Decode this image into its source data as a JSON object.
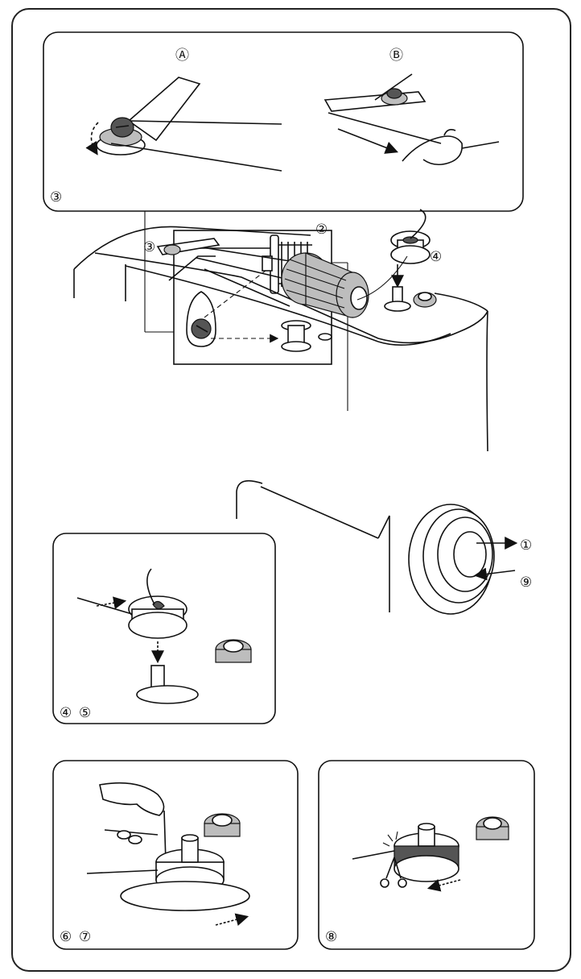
{
  "panel_top": {
    "step": "③",
    "view_a": "Ⓐ",
    "view_b": "Ⓑ"
  },
  "machine": {
    "callouts": {
      "thread_guide": "③",
      "spool": "②",
      "bobbin": "④",
      "handwheel_pull": "①",
      "handwheel_push": "⑨"
    }
  },
  "panel_bobbin_on_spindle": {
    "steps": [
      "④",
      "⑤"
    ]
  },
  "panel_trim_thread": {
    "steps": [
      "⑥",
      "⑦"
    ]
  },
  "panel_cut_finish": {
    "step": "⑧"
  }
}
